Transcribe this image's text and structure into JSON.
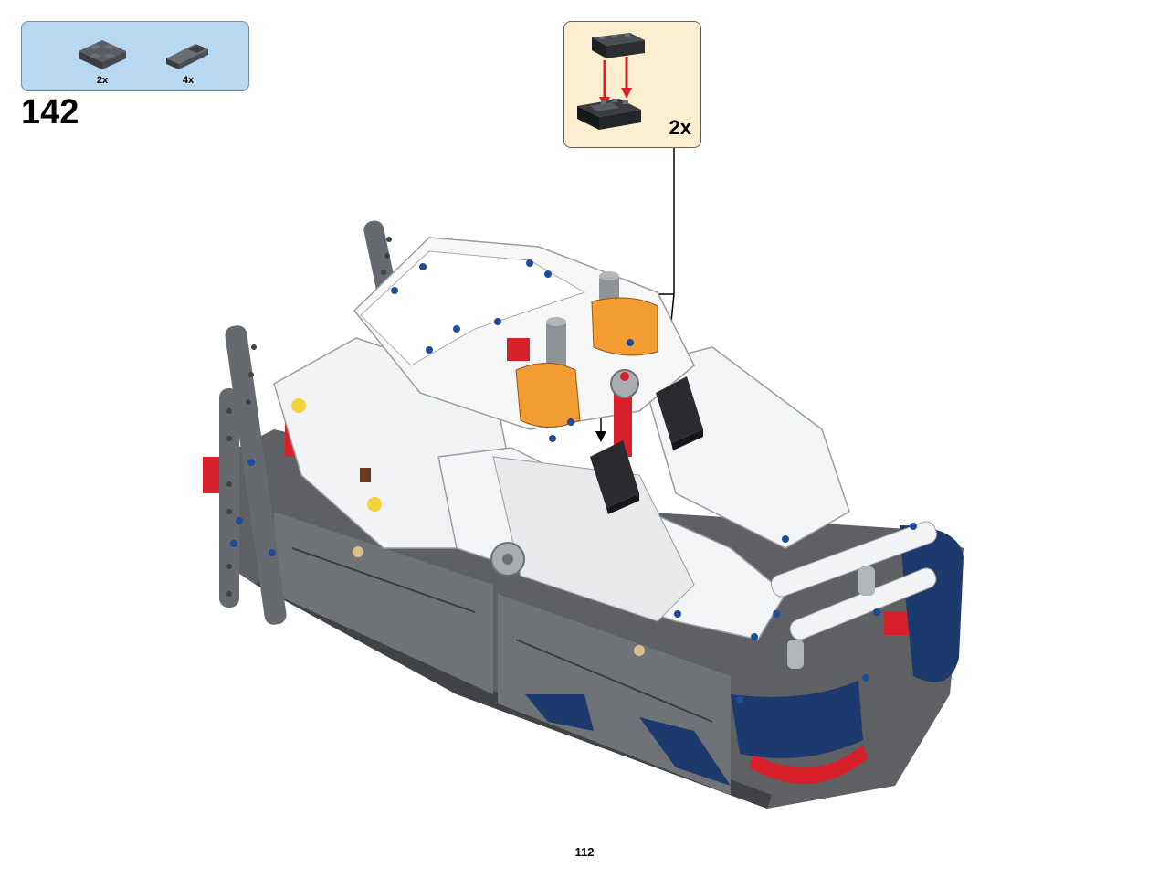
{
  "parts_list": {
    "items": [
      {
        "icon": "dark-gray-plate-2x2-icon",
        "quantity": "2x"
      },
      {
        "icon": "dark-gray-slope-tile-icon",
        "quantity": "4x"
      }
    ]
  },
  "step": {
    "number": "142"
  },
  "subassembly": {
    "icon": "black-slope-assembly-icon",
    "quantity": "2x",
    "arrow_color": "#d8202a"
  },
  "model": {
    "icon": "technic-boat-model-illustration"
  },
  "page": {
    "number": "112"
  }
}
